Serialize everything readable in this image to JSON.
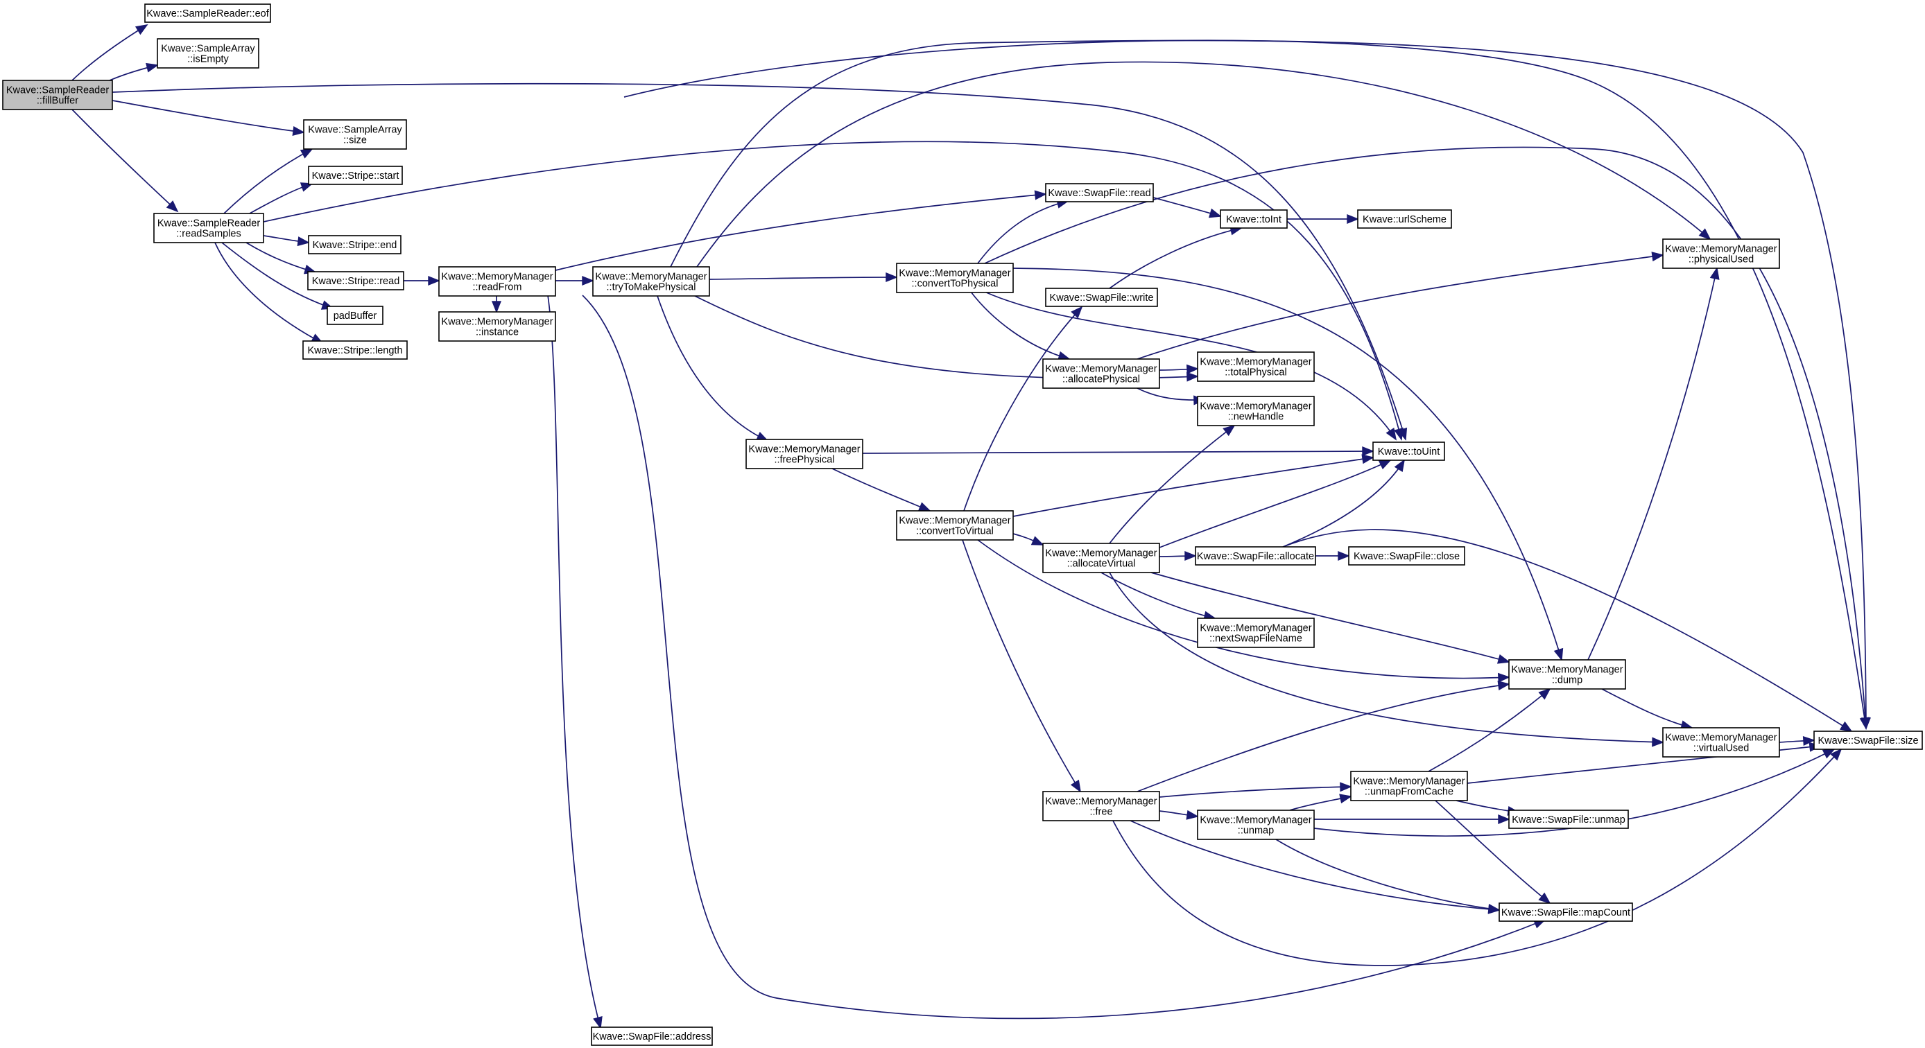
{
  "colors": {
    "edge": "#191970",
    "node_fill": "#ffffff",
    "root_fill": "#bfbfbf",
    "node_border": "#000000"
  },
  "nodes": {
    "eof": {
      "lines": [
        "Kwave::SampleReader::eof"
      ]
    },
    "isEmpty": {
      "lines": [
        "Kwave::SampleArray",
        "::isEmpty"
      ]
    },
    "fillBuffer": {
      "lines": [
        "Kwave::SampleReader",
        "::fillBuffer"
      ]
    },
    "arraySize": {
      "lines": [
        "Kwave::SampleArray",
        "::size"
      ]
    },
    "stripeStart": {
      "lines": [
        "Kwave::Stripe::start"
      ]
    },
    "readSamples": {
      "lines": [
        "Kwave::SampleReader",
        "::readSamples"
      ]
    },
    "stripeEnd": {
      "lines": [
        "Kwave::Stripe::end"
      ]
    },
    "stripeRead": {
      "lines": [
        "Kwave::Stripe::read"
      ]
    },
    "padBuffer": {
      "lines": [
        "padBuffer"
      ]
    },
    "stripeLength": {
      "lines": [
        "Kwave::Stripe::length"
      ]
    },
    "readFrom": {
      "lines": [
        "Kwave::MemoryManager",
        "::readFrom"
      ]
    },
    "instance": {
      "lines": [
        "Kwave::MemoryManager",
        "::instance"
      ]
    },
    "tryToMakePhysical": {
      "lines": [
        "Kwave::MemoryManager",
        "::tryToMakePhysical"
      ]
    },
    "swapRead": {
      "lines": [
        "Kwave::SwapFile::read"
      ]
    },
    "toInt": {
      "lines": [
        "Kwave::toInt"
      ]
    },
    "urlScheme": {
      "lines": [
        "Kwave::urlScheme"
      ]
    },
    "convertToPhysical": {
      "lines": [
        "Kwave::MemoryManager",
        "::convertToPhysical"
      ]
    },
    "swapWrite": {
      "lines": [
        "Kwave::SwapFile::write"
      ]
    },
    "physicalUsed": {
      "lines": [
        "Kwave::MemoryManager",
        "::physicalUsed"
      ]
    },
    "allocatePhysical": {
      "lines": [
        "Kwave::MemoryManager",
        "::allocatePhysical"
      ]
    },
    "totalPhysical": {
      "lines": [
        "Kwave::MemoryManager",
        "::totalPhysical"
      ]
    },
    "newHandle": {
      "lines": [
        "Kwave::MemoryManager",
        "::newHandle"
      ]
    },
    "freePhysical": {
      "lines": [
        "Kwave::MemoryManager",
        "::freePhysical"
      ]
    },
    "toUint": {
      "lines": [
        "Kwave::toUint"
      ]
    },
    "convertToVirtual": {
      "lines": [
        "Kwave::MemoryManager",
        "::convertToVirtual"
      ]
    },
    "allocateVirtual": {
      "lines": [
        "Kwave::MemoryManager",
        "::allocateVirtual"
      ]
    },
    "swapAllocate": {
      "lines": [
        "Kwave::SwapFile::allocate"
      ]
    },
    "swapClose": {
      "lines": [
        "Kwave::SwapFile::close"
      ]
    },
    "nextSwapFileName": {
      "lines": [
        "Kwave::MemoryManager",
        "::nextSwapFileName"
      ]
    },
    "dump": {
      "lines": [
        "Kwave::MemoryManager",
        "::dump"
      ]
    },
    "virtualUsed": {
      "lines": [
        "Kwave::MemoryManager",
        "::virtualUsed"
      ]
    },
    "swapSize": {
      "lines": [
        "Kwave::SwapFile::size"
      ]
    },
    "unmapFromCache": {
      "lines": [
        "Kwave::MemoryManager",
        "::unmapFromCache"
      ]
    },
    "free": {
      "lines": [
        "Kwave::MemoryManager",
        "::free"
      ]
    },
    "unmap": {
      "lines": [
        "Kwave::MemoryManager",
        "::unmap"
      ]
    },
    "swapUnmap": {
      "lines": [
        "Kwave::SwapFile::unmap"
      ]
    },
    "mapCount": {
      "lines": [
        "Kwave::SwapFile::mapCount"
      ]
    },
    "swapAddress": {
      "lines": [
        "Kwave::SwapFile::address"
      ]
    }
  }
}
